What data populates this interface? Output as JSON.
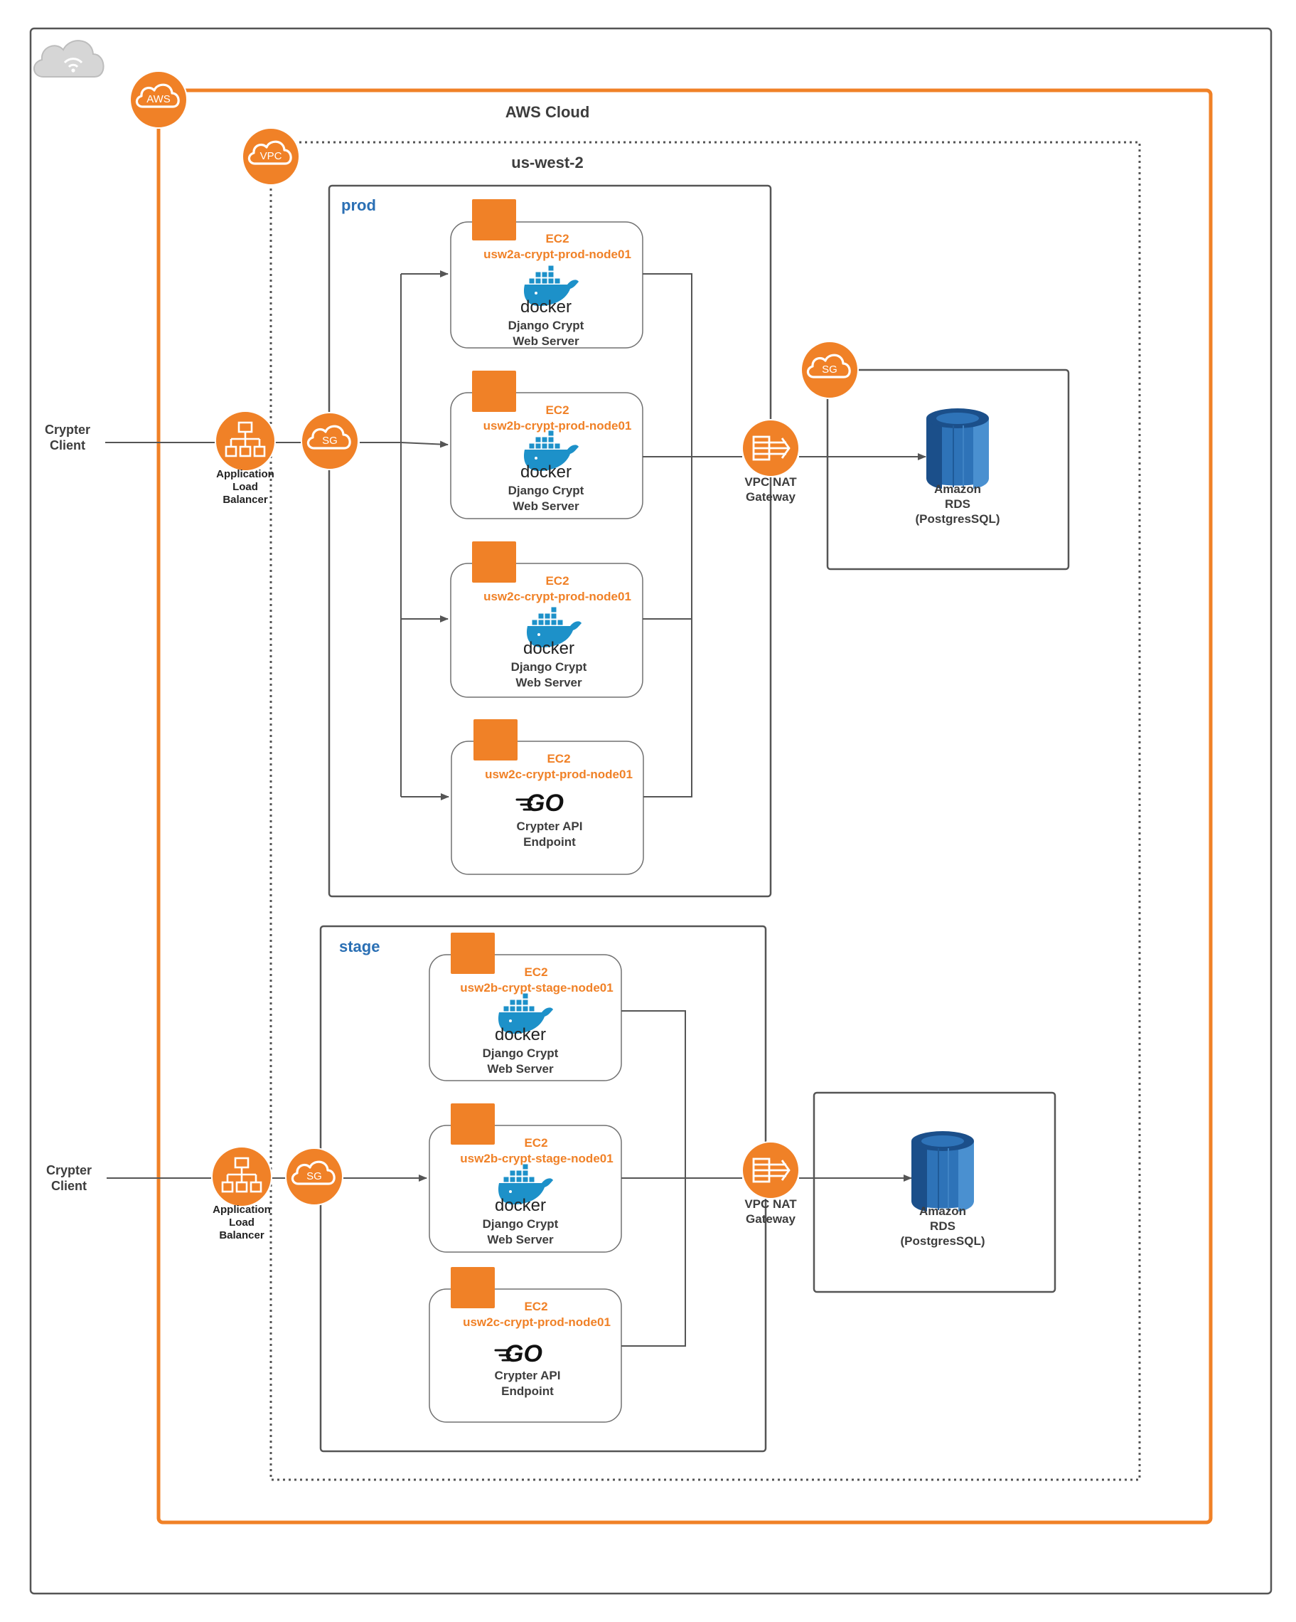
{
  "aws": {
    "icon_label": "AWS",
    "title": "AWS Cloud",
    "vpc_icon_label": "VPC",
    "region": "us-west-2"
  },
  "prod": {
    "env_label": "prod",
    "client_label": [
      "Crypter",
      "Client"
    ],
    "alb_label": [
      "Application",
      "Load",
      "Balancer"
    ],
    "sg_label": "SG",
    "nodes": [
      {
        "service": "EC2",
        "name": "usw2a-crypt-prod-node01",
        "tech": "docker",
        "desc": [
          "Django Crypt",
          "Web Server"
        ]
      },
      {
        "service": "EC2",
        "name": "usw2b-crypt-prod-node01",
        "tech": "docker",
        "desc": [
          "Django Crypt",
          "Web Server"
        ]
      },
      {
        "service": "EC2",
        "name": "usw2c-crypt-prod-node01",
        "tech": "docker",
        "desc": [
          "Django Crypt",
          "Web Server"
        ]
      },
      {
        "service": "EC2",
        "name": "usw2c-crypt-prod-node01",
        "tech": "GO",
        "desc": [
          "Crypter API",
          "Endpoint"
        ]
      }
    ],
    "nat_label": [
      "VPC NAT",
      "Gateway"
    ],
    "db_sg_label": "SG",
    "rds_label": [
      "Amazon",
      "RDS",
      "(PostgresSQL)"
    ]
  },
  "stage": {
    "env_label": "stage",
    "client_label": [
      "Crypter",
      "Client"
    ],
    "alb_label": [
      "Application",
      "Load",
      "Balancer"
    ],
    "sg_label": "SG",
    "nodes": [
      {
        "service": "EC2",
        "name": "usw2b-crypt-stage-node01",
        "tech": "docker",
        "desc": [
          "Django Crypt",
          "Web Server"
        ]
      },
      {
        "service": "EC2",
        "name": "usw2b-crypt-stage-node01",
        "tech": "docker",
        "desc": [
          "Django Crypt",
          "Web Server"
        ]
      },
      {
        "service": "EC2",
        "name": "usw2c-crypt-prod-node01",
        "tech": "GO",
        "desc": [
          "Crypter API",
          "Endpoint"
        ]
      }
    ],
    "nat_label": [
      "VPC NAT",
      "Gateway"
    ],
    "rds_label": [
      "Amazon",
      "RDS",
      "(PostgresSQL)"
    ]
  },
  "colors": {
    "aws_orange": "#f08127",
    "line_gray": "#555555",
    "env_blue": "#2a6fb4",
    "rds_blue": "#2e73b8",
    "docker_blue": "#1d91c9"
  }
}
